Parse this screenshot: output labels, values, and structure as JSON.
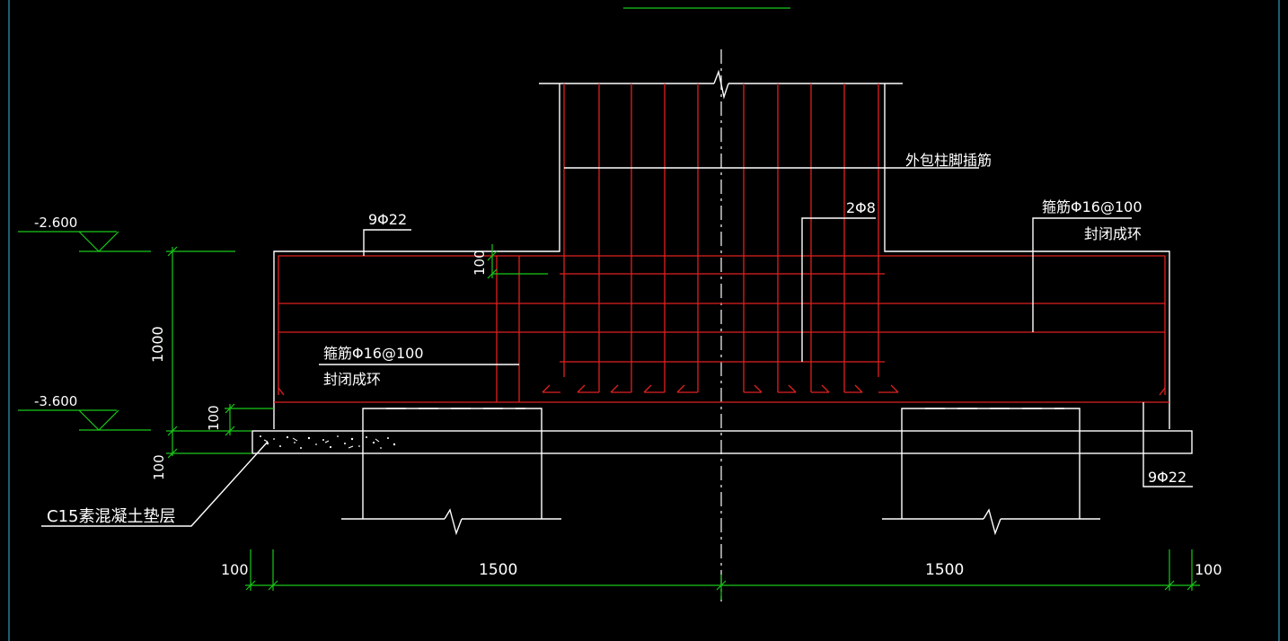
{
  "drawing": {
    "labels": {
      "column_dowel": "外包柱脚插筋",
      "stirrup_right_top": "箍筋Φ16@100",
      "stirrup_right_bottom": "封闭成环",
      "stirrup_left_top": "箍筋Φ16@100",
      "stirrup_left_bottom": "封闭成环",
      "bar_top": "9Φ22",
      "bar_bottom": "9Φ22",
      "bar_small": "2Φ8",
      "cushion": "C15素混凝土垫层"
    },
    "elevations": {
      "top": "-2.600",
      "bottom": "-3.600"
    },
    "dimensions": {
      "height": "1000",
      "cover_top": "100",
      "cover_bottom": "100",
      "cushion_thickness": "100",
      "bottom_left_edge": "100",
      "bottom_left_span": "1500",
      "bottom_right_span": "1500",
      "bottom_right_edge": "100"
    },
    "colors": {
      "outline": "#ffffff",
      "rebar": "#e02020",
      "dimension": "#19c819",
      "background": "#000000"
    }
  }
}
